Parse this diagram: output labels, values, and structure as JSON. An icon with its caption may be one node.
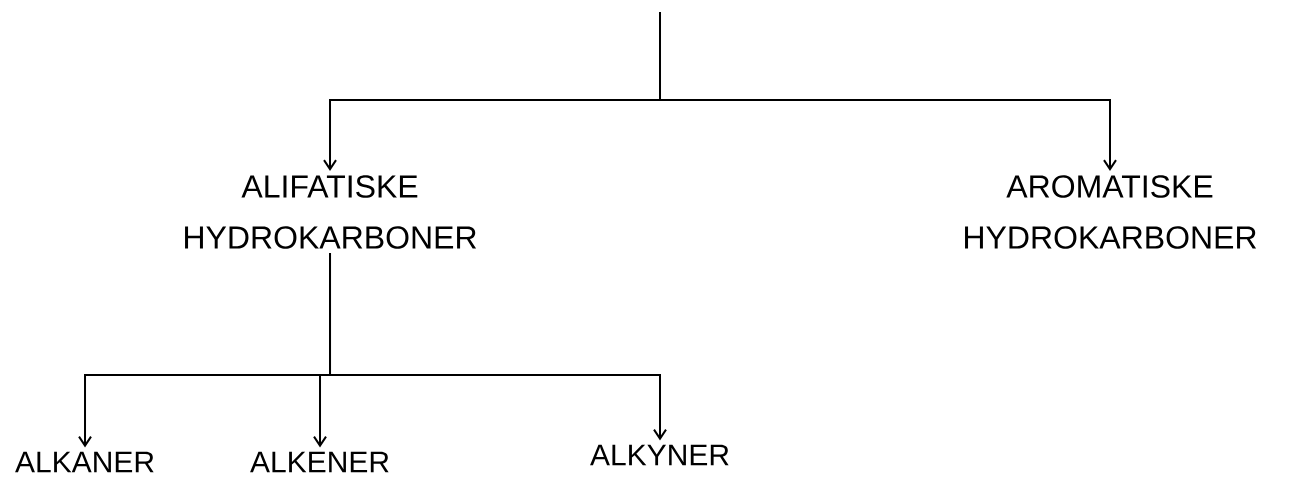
{
  "diagram": {
    "nodes": [
      {
        "text": [
          "ALIFATISKE HYDROKARBONER"
        ]
      },
      {
        "text": [
          "AROMATISKE HYDROKARBONER"
        ]
      },
      {
        "text": [
          "ALKANER"
        ]
      },
      {
        "text": [
          "ALKENER"
        ]
      },
      {
        "text": [
          "ALKYNER"
        ]
      }
    ],
    "edges": [
      {
        "from": null,
        "to": 0,
        "arrow": "to"
      },
      {
        "from": null,
        "to": 1,
        "arrow": "to"
      },
      {
        "from": 0,
        "to": 2,
        "arrow": "to"
      },
      {
        "from": 0,
        "to": 3,
        "arrow": "to"
      },
      {
        "from": 0,
        "to": 4,
        "arrow": "to"
      }
    ]
  }
}
